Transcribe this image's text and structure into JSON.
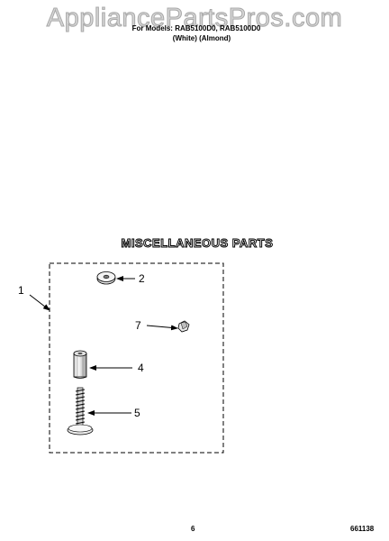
{
  "watermark": "AppliancePartsPros.com",
  "header": {
    "model_line": "For Models: RAB5100D0, RAB5100D0",
    "color_line": "(White)      (Almond)"
  },
  "section_title": "MISCELLANEOUS PARTS",
  "callouts": {
    "kit": "1",
    "washer": "2",
    "clip": "7",
    "spacer": "4",
    "screw": "5"
  },
  "footer": {
    "page_number": "6",
    "code": "661138"
  }
}
